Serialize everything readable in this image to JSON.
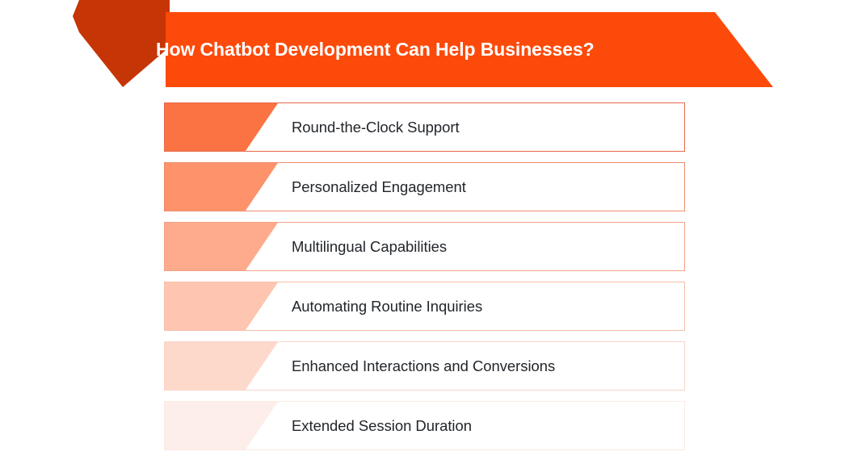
{
  "banner": {
    "title": "How Chatbot Development Can Help Businesses?",
    "plate_color": "#fc4a0a",
    "fold_color": "#c53505",
    "title_color": "#ffffff"
  },
  "list": {
    "items": [
      {
        "label": "Round-the-Clock Support",
        "wedge_color": "#fc7343",
        "border_color": "#e8694a"
      },
      {
        "label": "Personalized Engagement",
        "wedge_color": "#fd926b",
        "border_color": "#ef8c6c"
      },
      {
        "label": "Multilingual Capabilities",
        "wedge_color": "#fdab8c",
        "border_color": "#f3a387"
      },
      {
        "label": "Automating Routine Inquiries",
        "wedge_color": "#fec5b0",
        "border_color": "#f7bfaa"
      },
      {
        "label": "Enhanced Interactions and Conversions",
        "wedge_color": "#fdd9cc",
        "border_color": "#fad5c6"
      },
      {
        "label": "Extended Session Duration",
        "wedge_color": "#fdeeea",
        "border_color": "#fbeae4"
      }
    ]
  },
  "theme": {
    "background": "#ffffff",
    "text_color": "#22262b"
  }
}
